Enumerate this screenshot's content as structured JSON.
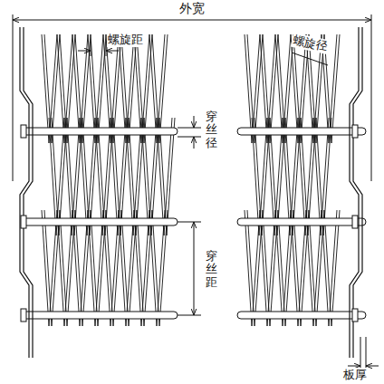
{
  "diagram": {
    "labels": [
      "外宽",
      "螺旋距",
      "螺旋径",
      "穿丝径",
      "穿丝距",
      "板厚"
    ]
  }
}
